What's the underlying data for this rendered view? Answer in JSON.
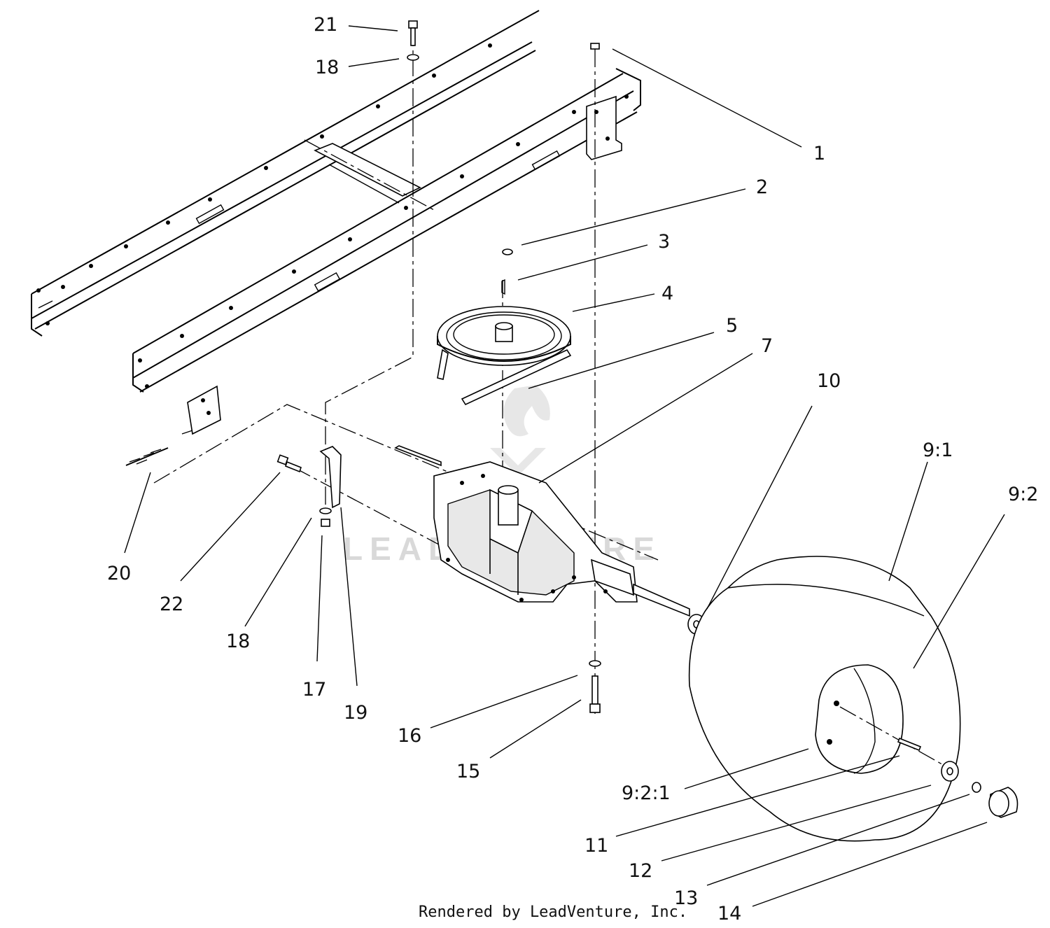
{
  "diagram": {
    "callouts": [
      {
        "id": "1",
        "text": "1"
      },
      {
        "id": "2",
        "text": "2"
      },
      {
        "id": "3",
        "text": "3"
      },
      {
        "id": "4",
        "text": "4"
      },
      {
        "id": "5",
        "text": "5"
      },
      {
        "id": "7",
        "text": "7"
      },
      {
        "id": "10",
        "text": "10"
      },
      {
        "id": "9-1",
        "text": "9:1"
      },
      {
        "id": "9-2",
        "text": "9:2"
      },
      {
        "id": "9-2-1",
        "text": "9:2:1"
      },
      {
        "id": "11",
        "text": "11"
      },
      {
        "id": "12",
        "text": "12"
      },
      {
        "id": "13",
        "text": "13"
      },
      {
        "id": "14",
        "text": "14"
      },
      {
        "id": "15",
        "text": "15"
      },
      {
        "id": "16",
        "text": "16"
      },
      {
        "id": "17",
        "text": "17"
      },
      {
        "id": "18a",
        "text": "18"
      },
      {
        "id": "18b",
        "text": "18"
      },
      {
        "id": "19",
        "text": "19"
      },
      {
        "id": "20",
        "text": "20"
      },
      {
        "id": "21",
        "text": "21"
      },
      {
        "id": "22",
        "text": "22"
      }
    ],
    "watermark": "LEADVENTURE",
    "footer": "Rendered by LeadVenture, Inc."
  }
}
